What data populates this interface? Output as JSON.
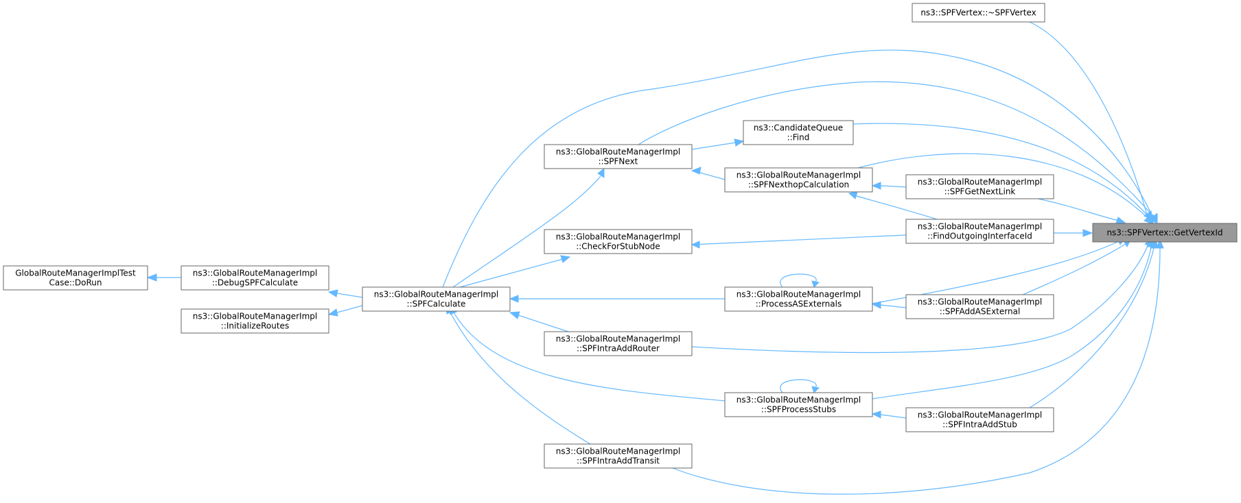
{
  "graph": {
    "edge_color": "#63b8ff",
    "focus_fill": "#999999",
    "nodes": [
      {
        "id": "getvertexid",
        "lines": [
          "ns3::SPFVertex::GetVertexId"
        ],
        "focus": true
      },
      {
        "id": "destructor",
        "lines": [
          "ns3::SPFVertex::~SPFVertex"
        ]
      },
      {
        "id": "candidate_find",
        "lines": [
          "ns3::CandidateQueue",
          "::Find"
        ]
      },
      {
        "id": "spfnext",
        "lines": [
          "ns3::GlobalRouteManagerImpl",
          "::SPFNext"
        ]
      },
      {
        "id": "nexthop",
        "lines": [
          "ns3::GlobalRouteManagerImpl",
          "::SPFNexthopCalculation"
        ]
      },
      {
        "id": "getnextlink",
        "lines": [
          "ns3::GlobalRouteManagerImpl",
          "::SPFGetNextLink"
        ]
      },
      {
        "id": "findoutgoing",
        "lines": [
          "ns3::GlobalRouteManagerImpl",
          "::FindOutgoingInterfaceId"
        ]
      },
      {
        "id": "checkstub",
        "lines": [
          "ns3::GlobalRouteManagerImpl",
          "::CheckForStubNode"
        ]
      },
      {
        "id": "doRun",
        "lines": [
          "GlobalRouteManagerImplTest",
          "Case::DoRun"
        ]
      },
      {
        "id": "debugspf",
        "lines": [
          "ns3::GlobalRouteManagerImpl",
          "::DebugSPFCalculate"
        ]
      },
      {
        "id": "spfcalc",
        "lines": [
          "ns3::GlobalRouteManagerImpl",
          "::SPFCalculate"
        ]
      },
      {
        "id": "processas",
        "lines": [
          "ns3::GlobalRouteManagerImpl",
          "::ProcessASExternals"
        ]
      },
      {
        "id": "addasext",
        "lines": [
          "ns3::GlobalRouteManagerImpl",
          "::SPFAddASExternal"
        ]
      },
      {
        "id": "initroutes",
        "lines": [
          "ns3::GlobalRouteManagerImpl",
          "::InitializeRoutes"
        ]
      },
      {
        "id": "intraaddrouter",
        "lines": [
          "ns3::GlobalRouteManagerImpl",
          "::SPFIntraAddRouter"
        ]
      },
      {
        "id": "processstubs",
        "lines": [
          "ns3::GlobalRouteManagerImpl",
          "::SPFProcessStubs"
        ]
      },
      {
        "id": "intraaddstub",
        "lines": [
          "ns3::GlobalRouteManagerImpl",
          "::SPFIntraAddStub"
        ]
      },
      {
        "id": "intraaddtransit",
        "lines": [
          "ns3::GlobalRouteManagerImpl",
          "::SPFIntraAddTransit"
        ]
      }
    ]
  }
}
